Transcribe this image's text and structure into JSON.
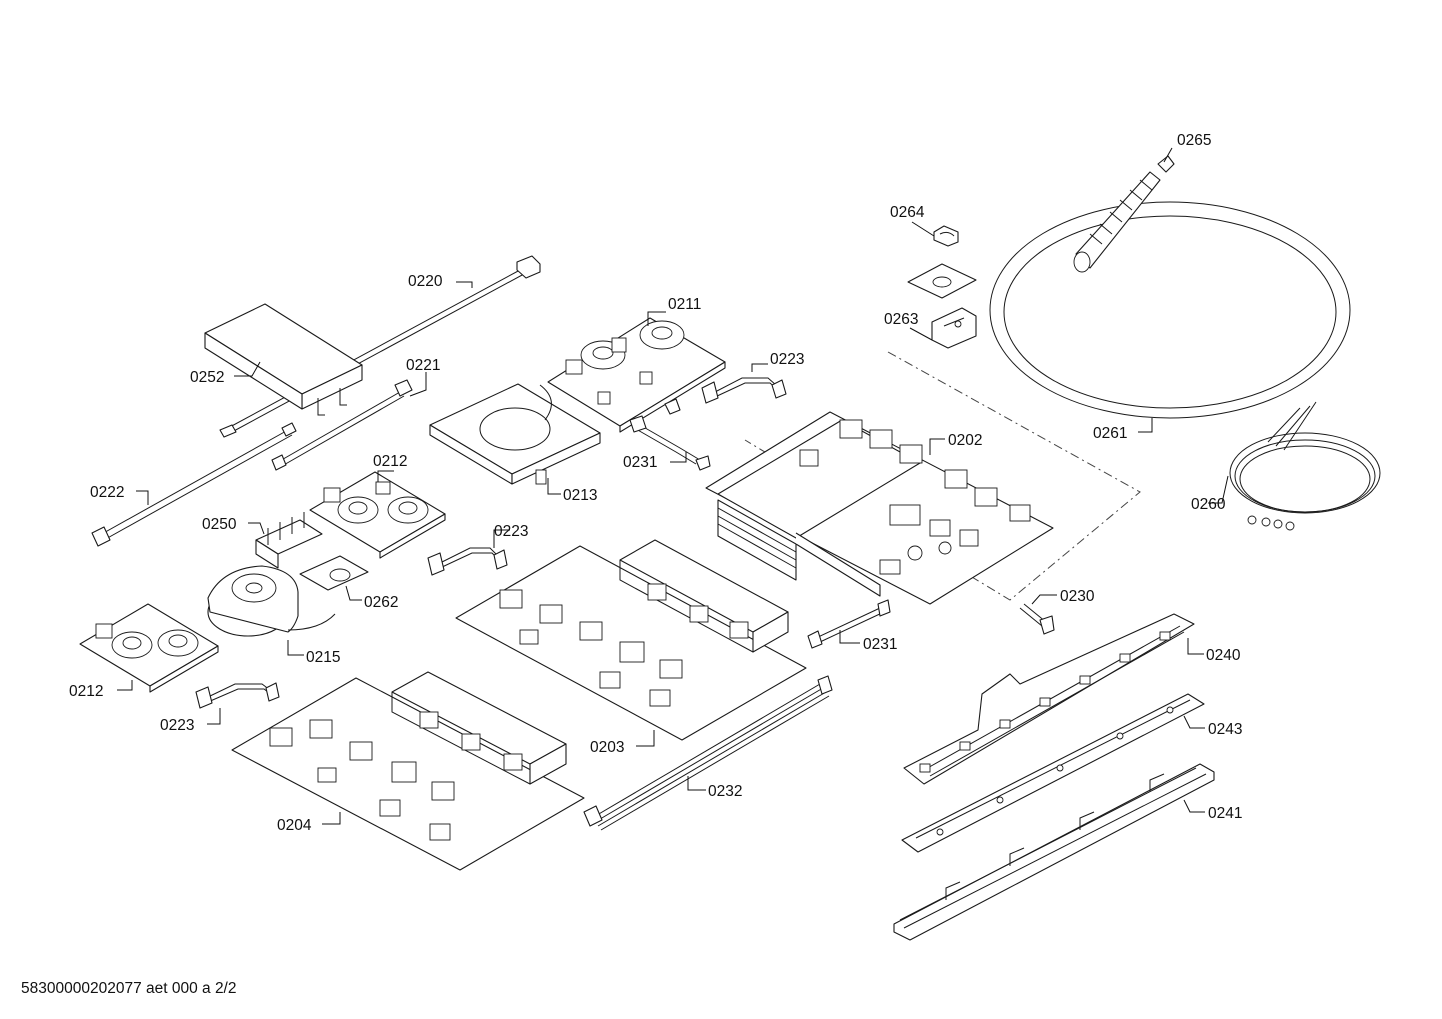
{
  "parts": [
    {
      "id": "0265"
    },
    {
      "id": "0264"
    },
    {
      "id": "0263"
    },
    {
      "id": "0261"
    },
    {
      "id": "0260"
    },
    {
      "id": "0220"
    },
    {
      "id": "0252"
    },
    {
      "id": "0221"
    },
    {
      "id": "0211"
    },
    {
      "id": "0223"
    },
    {
      "id": "0222"
    },
    {
      "id": "0212"
    },
    {
      "id": "0213"
    },
    {
      "id": "0202"
    },
    {
      "id": "0231"
    },
    {
      "id": "0250"
    },
    {
      "id": "0262"
    },
    {
      "id": "0215"
    },
    {
      "id": "0223"
    },
    {
      "id": "0230"
    },
    {
      "id": "0231"
    },
    {
      "id": "0240"
    },
    {
      "id": "0212"
    },
    {
      "id": "0223"
    },
    {
      "id": "0203"
    },
    {
      "id": "0243"
    },
    {
      "id": "0232"
    },
    {
      "id": "0204"
    },
    {
      "id": "0241"
    }
  ],
  "footer": "58300000202077 aet 000 a 2/2"
}
